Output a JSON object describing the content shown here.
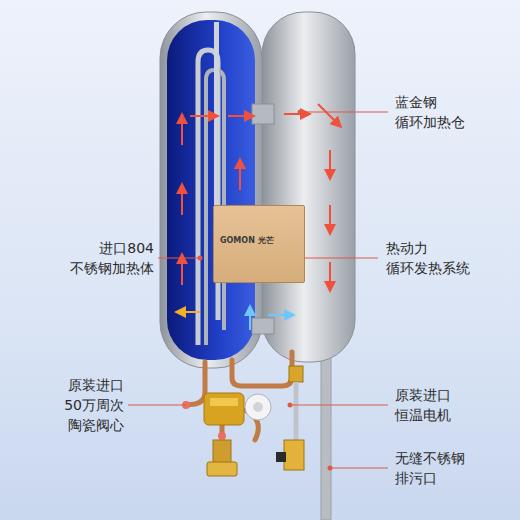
{
  "diagram": {
    "nodes": [
      {
        "text": [
          "GOMON 光芒"
        ]
      }
    ],
    "labels": [
      "蓝金钢 循环加热仓",
      "进口804 不锈钢加热体",
      "热动力 循环发热系统",
      "原装进口 50万周次 陶瓷阀心",
      "原装进口 恒温电机",
      "无缝不锈钢 排污口"
    ]
  }
}
